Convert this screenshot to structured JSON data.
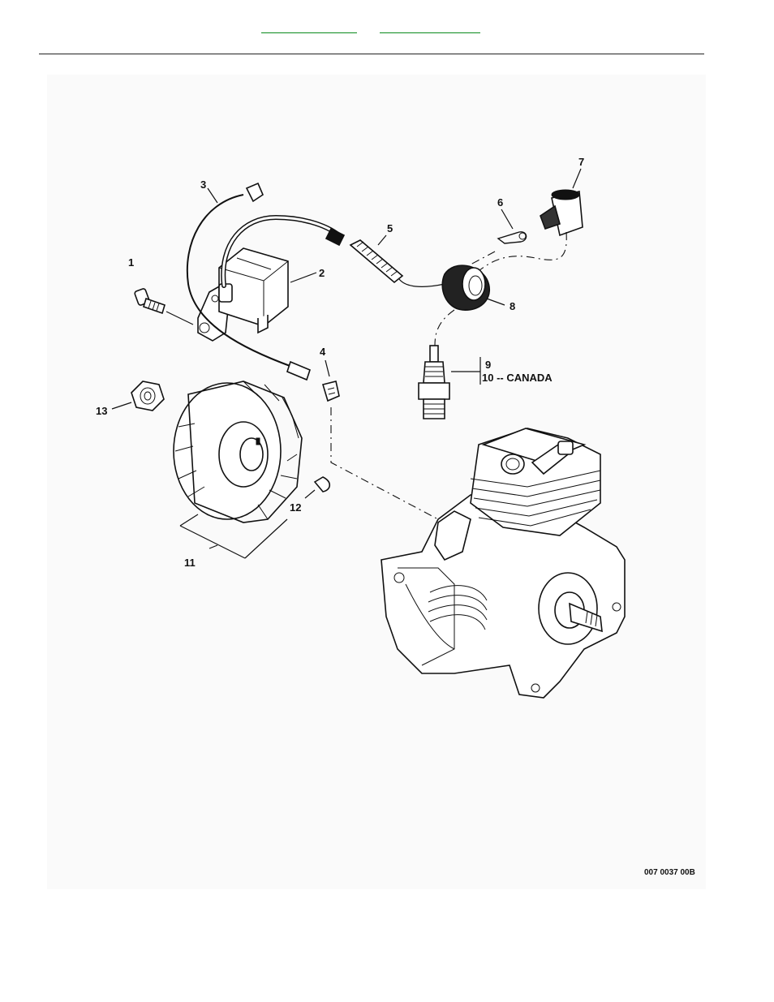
{
  "header": {
    "link_1": "",
    "link_2": ""
  },
  "diagram": {
    "callouts": {
      "c1": "1",
      "c2": "2",
      "c3": "3",
      "c4": "4",
      "c5": "5",
      "c6": "6",
      "c7": "7",
      "c8": "8",
      "c9": "9",
      "c10": "10 -- CANADA",
      "c11": "11",
      "c12": "12",
      "c13": "13"
    },
    "drawing_code": "007 0037 00B"
  }
}
